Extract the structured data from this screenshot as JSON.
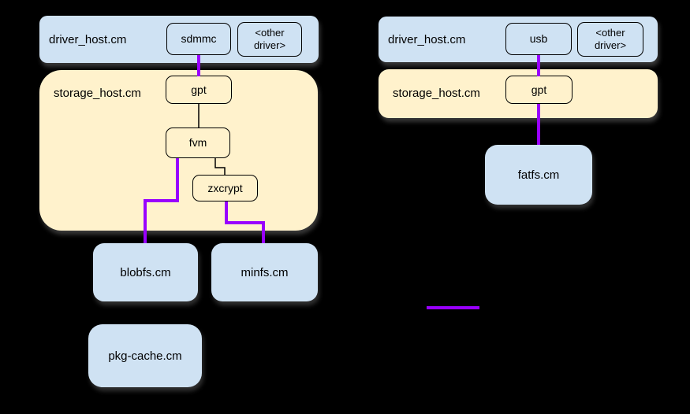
{
  "colors": {
    "background": "#000000",
    "host_blue": "#cfe2f3",
    "host_yellow": "#fff2cc",
    "node_border": "#000000",
    "connector_purple": "#9900ff",
    "connector_black": "#000000",
    "text": "#000000"
  },
  "left": {
    "driver_host": {
      "label": "driver_host.cm",
      "driver": "sdmmc",
      "other_driver": "<other driver>"
    },
    "storage_host": {
      "label": "storage_host.cm",
      "gpt": "gpt",
      "fvm": "fvm",
      "zxcrypt": "zxcrypt"
    },
    "filesystems": {
      "blobfs": "blobfs.cm",
      "minfs": "minfs.cm",
      "pkg_cache": "pkg-cache.cm"
    }
  },
  "right": {
    "driver_host": {
      "label": "driver_host.cm",
      "driver": "usb",
      "other_driver": "<other driver>"
    },
    "storage_host": {
      "label": "storage_host.cm",
      "gpt": "gpt"
    },
    "filesystems": {
      "fatfs": "fatfs.cm"
    }
  },
  "edges": [
    {
      "from": "sdmmc",
      "to": "gpt",
      "color": "purple"
    },
    {
      "from": "gpt",
      "to": "fvm",
      "color": "black"
    },
    {
      "from": "fvm",
      "to": "zxcrypt",
      "color": "black"
    },
    {
      "from": "fvm",
      "to": "blobfs.cm",
      "color": "purple"
    },
    {
      "from": "zxcrypt",
      "to": "minfs.cm",
      "color": "purple"
    },
    {
      "from": "usb",
      "to": "gpt",
      "color": "purple"
    },
    {
      "from": "gpt",
      "to": "fatfs.cm",
      "color": "purple"
    }
  ],
  "legend": {
    "sample_line_color": "#9900ff"
  }
}
